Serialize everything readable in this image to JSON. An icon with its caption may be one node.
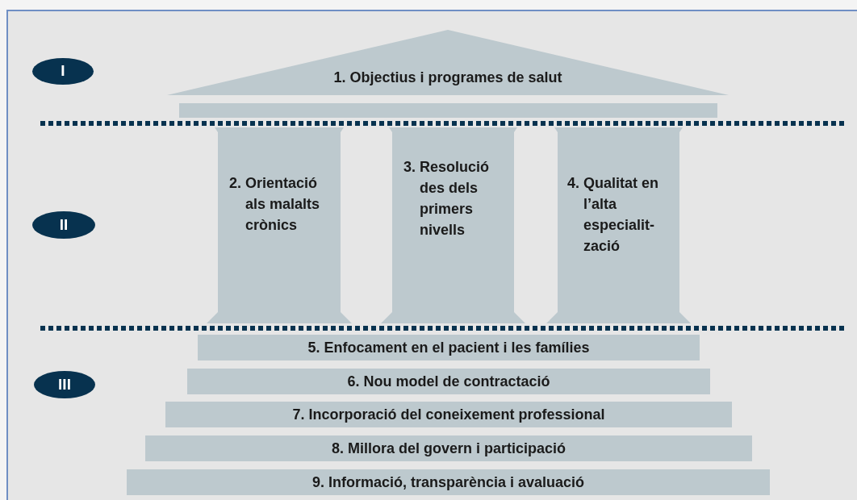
{
  "diagram": {
    "nodes": [
      {
        "text": [
          "I"
        ]
      },
      {
        "text": [
          "1. Objectius i programes de salut"
        ]
      },
      {
        "text": [],
        "shape": "bar"
      },
      {
        "text": [
          "II"
        ]
      },
      {
        "text": [
          "2. Orientació als malalts crònics"
        ]
      },
      {
        "text": [
          "3. Resolució des dels primers nivells"
        ]
      },
      {
        "text": [
          "4. Qualitat en l’alta especialit- zació"
        ]
      },
      {
        "text": [
          "III"
        ]
      },
      {
        "text": [
          "5. Enfocament en el pacient i les famílies"
        ]
      },
      {
        "text": [
          "6. Nou model de contractació"
        ]
      },
      {
        "text": [
          "7. Incorporació del coneixement professional"
        ]
      },
      {
        "text": [
          "8. Millora del govern i participació"
        ]
      },
      {
        "text": [
          "9. Informació, transparència i avaluació"
        ]
      }
    ]
  }
}
